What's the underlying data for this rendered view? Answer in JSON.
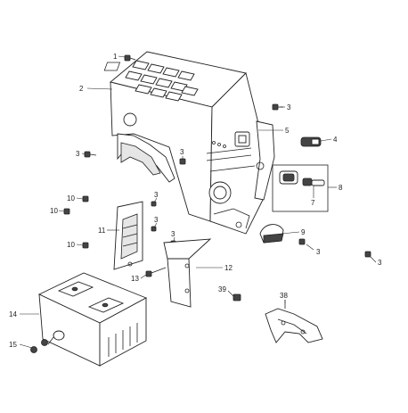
{
  "diagram": {
    "callouts": [
      {
        "id": "c1",
        "label": "1"
      },
      {
        "id": "c2",
        "label": "2"
      },
      {
        "id": "c3a",
        "label": "3"
      },
      {
        "id": "c3b",
        "label": "3"
      },
      {
        "id": "c3c",
        "label": "3"
      },
      {
        "id": "c3d",
        "label": "3"
      },
      {
        "id": "c3e",
        "label": "3"
      },
      {
        "id": "c3f",
        "label": "3"
      },
      {
        "id": "c3g",
        "label": "3"
      },
      {
        "id": "c4",
        "label": "4"
      },
      {
        "id": "c5",
        "label": "5"
      },
      {
        "id": "c7",
        "label": "7"
      },
      {
        "id": "c8",
        "label": "8"
      },
      {
        "id": "c9",
        "label": "9"
      },
      {
        "id": "c10a",
        "label": "10"
      },
      {
        "id": "c10b",
        "label": "10"
      },
      {
        "id": "c10c",
        "label": "10"
      },
      {
        "id": "c11",
        "label": "11"
      },
      {
        "id": "c12",
        "label": "12"
      },
      {
        "id": "c13",
        "label": "13"
      },
      {
        "id": "c14",
        "label": "14"
      },
      {
        "id": "c15",
        "label": "15"
      },
      {
        "id": "c38",
        "label": "38"
      },
      {
        "id": "c39",
        "label": "39"
      }
    ]
  }
}
